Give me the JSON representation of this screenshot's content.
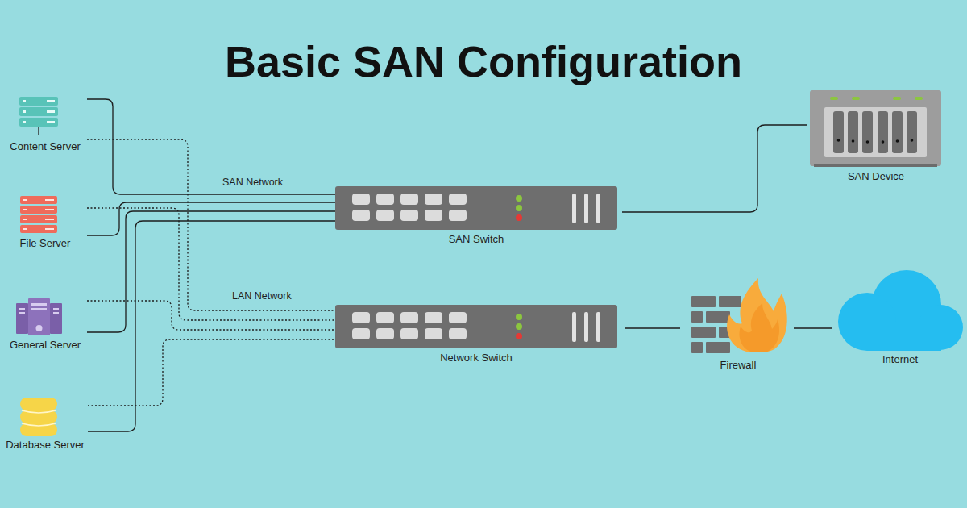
{
  "diagram": {
    "title": "Basic SAN Configuration",
    "nodes": [
      {
        "text": [
          "Content Server"
        ]
      },
      {
        "text": [
          "File Server"
        ]
      },
      {
        "text": [
          "General Server"
        ]
      },
      {
        "text": [
          "Database Server"
        ]
      },
      {
        "text": [
          "SAN Switch"
        ]
      },
      {
        "text": [
          "Network Switch"
        ]
      },
      {
        "text": [
          "SAN Device"
        ]
      },
      {
        "text": [
          "Firewall"
        ]
      },
      {
        "text": [
          "Internet"
        ]
      }
    ],
    "edges": [
      {
        "from": 0,
        "to": 4,
        "arrow": "none"
      },
      {
        "from": 1,
        "to": 4,
        "arrow": "none"
      },
      {
        "from": 2,
        "to": 4,
        "arrow": "none"
      },
      {
        "from": 3,
        "to": 4,
        "arrow": "none"
      },
      {
        "from": 0,
        "to": 5,
        "arrow": "none"
      },
      {
        "from": 1,
        "to": 5,
        "arrow": "none"
      },
      {
        "from": 2,
        "to": 5,
        "arrow": "none"
      },
      {
        "from": 3,
        "to": 5,
        "arrow": "none"
      },
      {
        "from": 4,
        "to": 6,
        "arrow": "none"
      },
      {
        "from": 5,
        "to": 7,
        "arrow": "none"
      },
      {
        "from": 7,
        "to": 8,
        "arrow": "none"
      }
    ],
    "labels": [
      "SAN Network",
      "LAN Network"
    ]
  }
}
